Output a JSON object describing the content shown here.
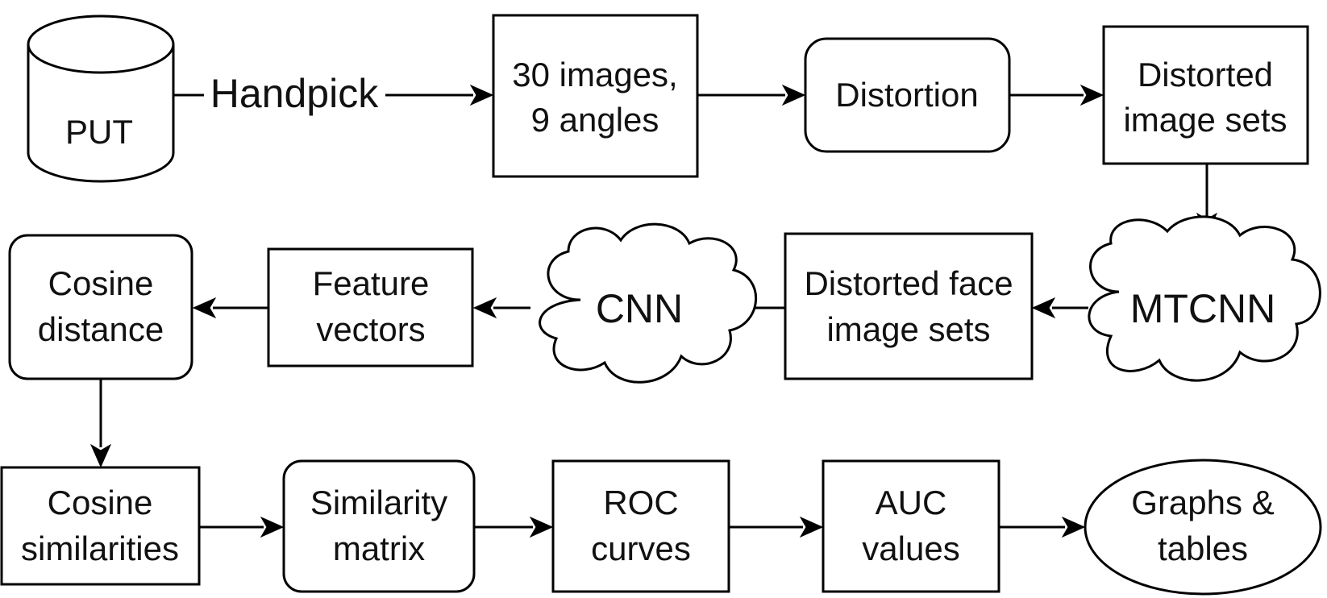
{
  "diagram": {
    "nodes": {
      "put": "PUT",
      "images_l1": "30 images,",
      "images_l2": "9 angles",
      "distortion": "Distortion",
      "distorted_sets_l1": "Distorted",
      "distorted_sets_l2": "image sets",
      "mtcnn": "MTCNN",
      "face_sets_l1": "Distorted face",
      "face_sets_l2": "image sets",
      "cnn": "CNN",
      "features_l1": "Feature",
      "features_l2": "vectors",
      "cos_dist_l1": "Cosine",
      "cos_dist_l2": "distance",
      "cos_sim_l1": "Cosine",
      "cos_sim_l2": "similarities",
      "sim_matrix_l1": "Similarity",
      "sim_matrix_l2": "matrix",
      "roc_l1": "ROC",
      "roc_l2": "curves",
      "auc_l1": "AUC",
      "auc_l2": "values",
      "graphs_l1": "Graphs &",
      "graphs_l2": "tables"
    },
    "edge_labels": {
      "handpick": "Handpick"
    }
  }
}
